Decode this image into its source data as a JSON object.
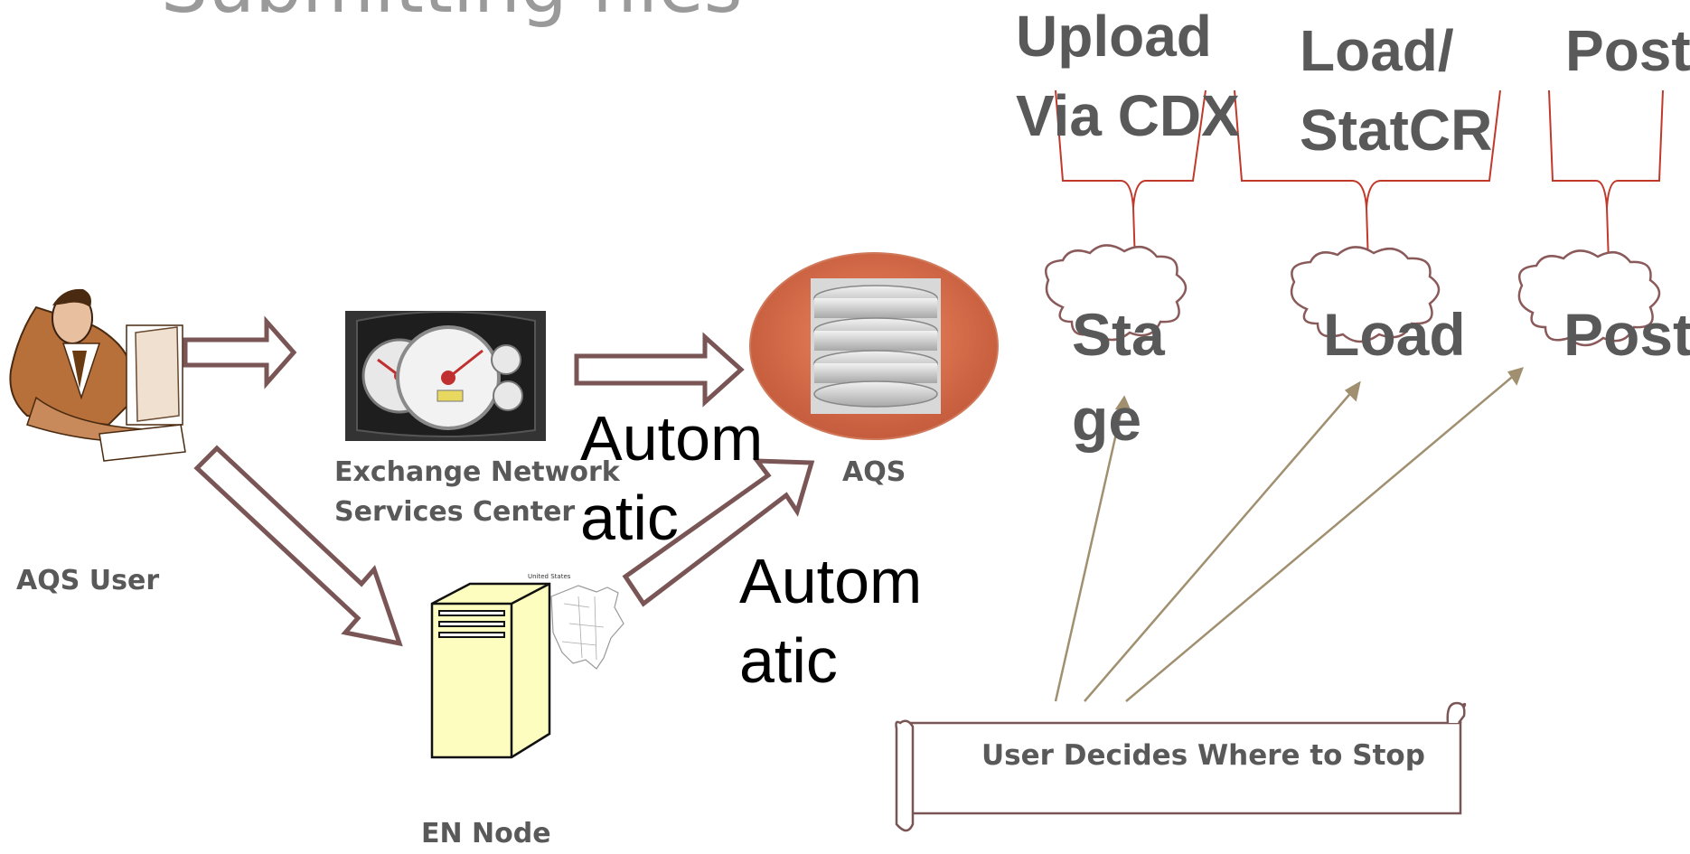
{
  "title": "Submitting files",
  "actors": {
    "user_label": "AQS User",
    "exchange_label_line1": "Exchange Network",
    "exchange_label_line2": "Services Center",
    "aqs_label": "AQS",
    "node_label": "EN Node",
    "map_caption": "United States"
  },
  "automatic": {
    "label1_line1": "Autom",
    "label1_line2": "atic",
    "label2_line1": "Autom",
    "label2_line2": "atic"
  },
  "phases": {
    "upload_line1": "Upload",
    "upload_line2": "Via CDX",
    "load_line1": "Load/",
    "load_line2": "StatCR",
    "post": "Post"
  },
  "clouds": {
    "stage_line1": "Sta",
    "stage_line2": "ge",
    "load": "Load",
    "post": "Post"
  },
  "decision": {
    "text": "User Decides Where to Stop"
  },
  "colors": {
    "arrow_outline": "#7a5555",
    "brace": "#c0392b",
    "cloud_outline": "#8a5a5a",
    "pointer_line": "#a09070",
    "aqs_fill": "#e0704a"
  }
}
